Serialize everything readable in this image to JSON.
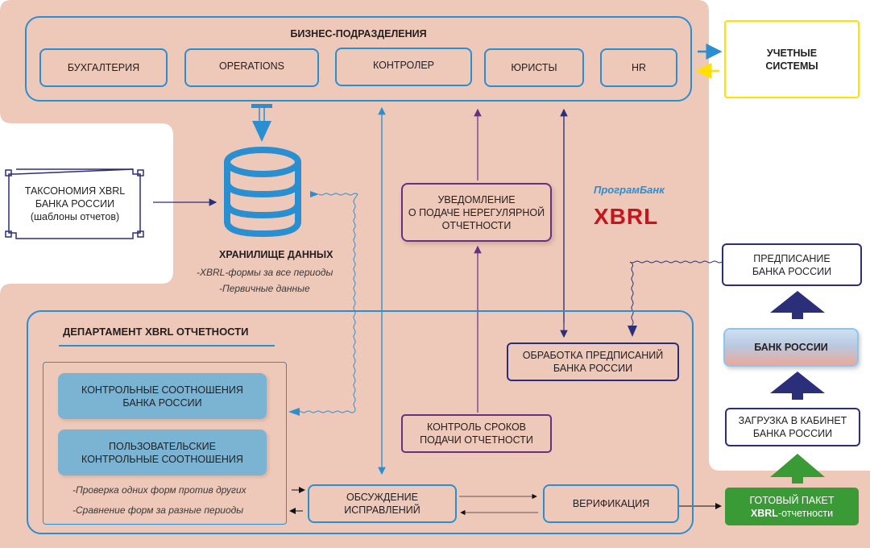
{
  "colors": {
    "panel_bg": "#eec8b9",
    "accent_blue": "#2a8fd0",
    "navy": "#2b2f7a",
    "purple": "#6b2f80",
    "yellow": "#ffe000",
    "green": "#3a9a35",
    "brand_red": "#c4161c",
    "brand_blue": "#2a8fd0"
  },
  "business_units": {
    "title": "БИЗНЕС-ПОДРАЗДЕЛЕНИЯ",
    "items": [
      {
        "label": "БУХГАЛТЕРИЯ"
      },
      {
        "label": "OPERATIONS"
      },
      {
        "label": "КОНТРОЛЕР"
      },
      {
        "label": "ЮРИСТЫ"
      },
      {
        "label": "HR"
      }
    ]
  },
  "accounting_systems": {
    "label": "УЧЕТНЫЕ\nСИСТЕМЫ"
  },
  "taxonomy": {
    "label": "ТАКСОНОМИЯ XBRL\nБАНКА РОССИИ\n(шаблоны отчетов)"
  },
  "data_storage": {
    "title": "ХРАНИЛИЩЕ ДАННЫХ",
    "notes": [
      "-XBRL-формы за все периоды",
      "-Первичные данные"
    ],
    "icon": "database-icon"
  },
  "notification": {
    "label": "УВЕДОМЛЕНИЕ\nО ПОДАЧЕ НЕРЕГУЛЯРНОЙ\nОТЧЕТНОСТИ"
  },
  "brand": {
    "name": "ПрограмБанк",
    "product": "XBRL"
  },
  "department": {
    "title": "ДЕПАРТАМЕНТ XBRL ОТЧЕТНОСТИ",
    "controls": [
      {
        "label": "КОНТРОЛЬНЫЕ СООТНОШЕНИЯ\nБАНКА РОССИИ"
      },
      {
        "label": "ПОЛЬЗОВАТЕЛЬСКИЕ\nКОНТРОЛЬНЫЕ СООТНОШЕНИЯ"
      }
    ],
    "checks": [
      "-Проверка одних форм против других",
      "-Сравнение форм за разные периоды"
    ],
    "discussion": {
      "label": "ОБСУЖДЕНИЕ\nИСПРАВЛЕНИЙ"
    },
    "deadline_control": {
      "label": "КОНТРОЛЬ СРОКОВ\nПОДАЧИ ОТЧЕТНОСТИ"
    },
    "prescriptions_processing": {
      "label": "ОБРАБОТКА ПРЕДПИСАНИЙ\nБАНКА РОССИИ"
    },
    "verification": {
      "label": "ВЕРИФИКАЦИЯ"
    }
  },
  "bank_flow": {
    "prescription": {
      "label": "ПРЕДПИСАНИЕ\nБАНКА РОССИИ"
    },
    "central_bank": {
      "label": "БАНК РОССИИ"
    },
    "upload": {
      "label": "ЗАГРУЗКА В КАБИНЕТ\nБАНКА РОССИИ"
    },
    "package": {
      "line1": "ГОТОВЫЙ ПАКЕТ",
      "line2_bold": "XBRL",
      "line2_rest": "-отчетности"
    }
  }
}
